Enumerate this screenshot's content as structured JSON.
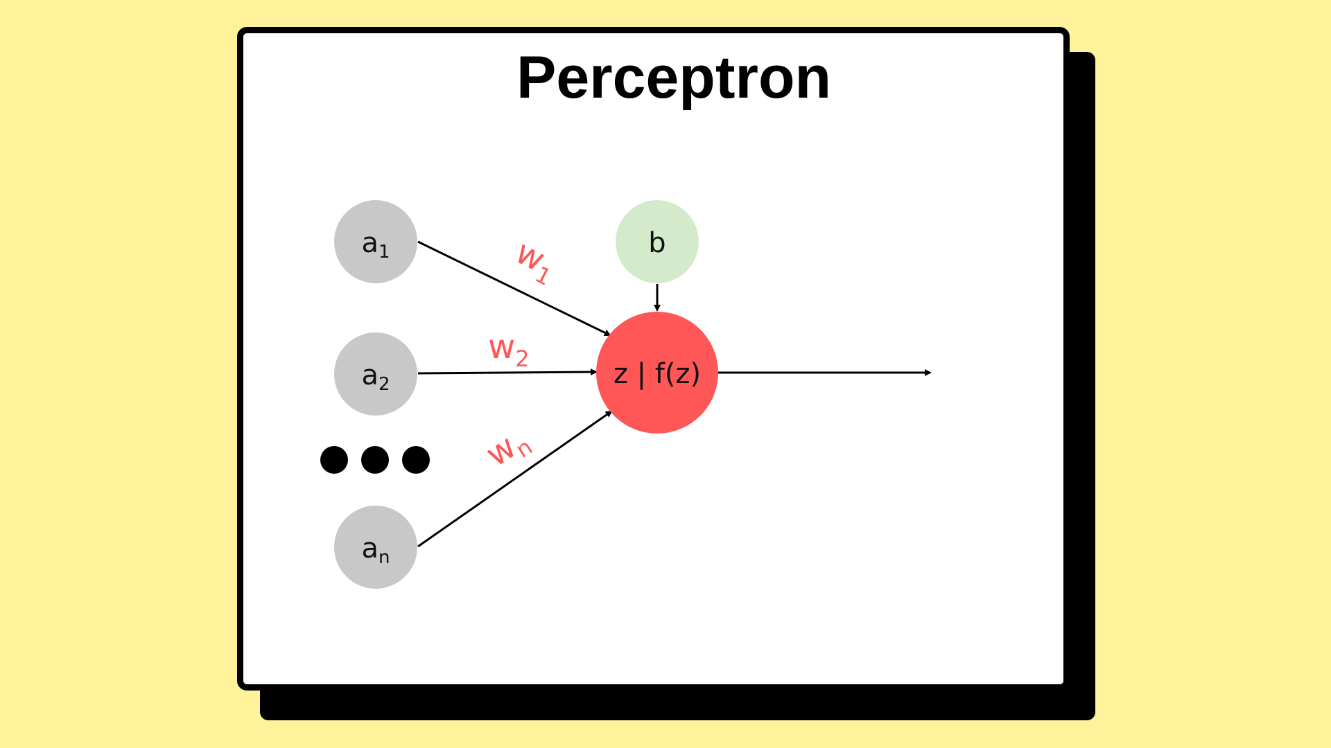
{
  "title": "Perceptron",
  "colors": {
    "background": "#FFF29B",
    "card": "#FFFFFF",
    "border": "#000000",
    "input_node": "#C8C8C8",
    "bias_node": "#D3EBCB",
    "neuron_node": "#FF5657",
    "weight_label": "#FF5657",
    "ellipsis_dots": "#000000"
  },
  "inputs": [
    {
      "base": "a",
      "sub": "1"
    },
    {
      "base": "a",
      "sub": "2"
    },
    {
      "base": "a",
      "sub": "n"
    }
  ],
  "weights": [
    {
      "base": "w",
      "sub": "1"
    },
    {
      "base": "w",
      "sub": "2"
    },
    {
      "base": "w",
      "sub": "n"
    }
  ],
  "bias": {
    "label": "b"
  },
  "neuron": {
    "label": "z | f(z)"
  },
  "ellipsis": "..."
}
